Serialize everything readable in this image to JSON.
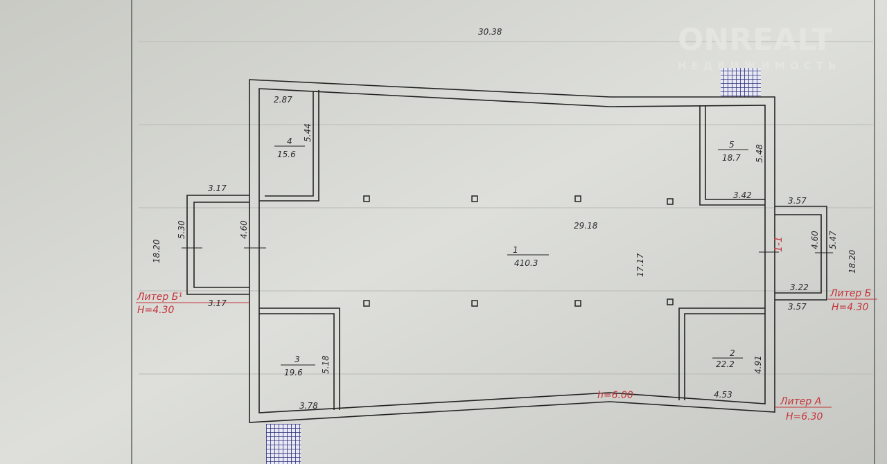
{
  "watermark": {
    "brand": "ONREALT",
    "subtitle": "НЕДВИЖИМОСТЬ"
  },
  "plan": {
    "overall_width": "30.38",
    "rooms": [
      {
        "number": "1",
        "area": "410.3",
        "width": "29.18",
        "depth": "17.17"
      },
      {
        "number": "2",
        "area": "22.2",
        "width": "4.53",
        "depth": "4.91"
      },
      {
        "number": "3",
        "area": "19.6",
        "width": "3.78",
        "depth": "5.18"
      },
      {
        "number": "4",
        "area": "15.6",
        "width": "2.87",
        "depth": "5.44"
      },
      {
        "number": "5",
        "area": "18.7",
        "width": "3.42",
        "depth": "5.48"
      }
    ],
    "left_annex": {
      "top": "3.17",
      "bottom": "3.17",
      "outer": "5.30",
      "inner": "4.60",
      "overall": "18.20",
      "liter": "Литер Б¹",
      "height": "Н=4.30"
    },
    "right_annex": {
      "top": "3.57",
      "bottom": "3.57",
      "inner_bottom": "3.22",
      "outer": "5.47",
      "inner": "4.60",
      "overall": "18.20",
      "liter": "Литер Б",
      "height": "Н=4.30",
      "section": "1-1"
    },
    "main": {
      "inner_height": "h=6.00",
      "liter": "Литер А",
      "height": "Н=6.30"
    }
  }
}
